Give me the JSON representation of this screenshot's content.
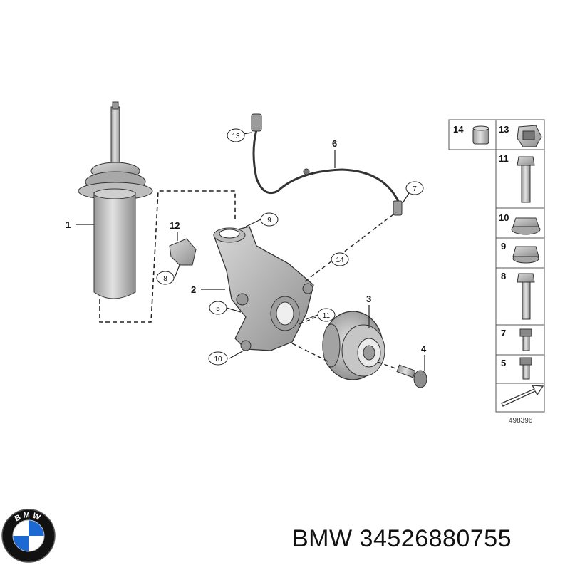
{
  "diagram": {
    "callouts": {
      "c1": "1",
      "c2": "2",
      "c3": "3",
      "c4": "4",
      "c5": "5",
      "c6": "6",
      "c7": "7",
      "c8": "8",
      "c9": "9",
      "c10": "10",
      "c11": "11",
      "c12": "12",
      "c13": "13",
      "c14": "14"
    },
    "legend": {
      "l14": "14",
      "l13": "13",
      "l11": "11",
      "l10": "10",
      "l9": "9",
      "l8": "8",
      "l7": "7",
      "l5": "5"
    },
    "diagram_id": "498396"
  },
  "footer": {
    "brand": "BMW",
    "part_number": "34526880755",
    "logo_letters": "BMW"
  },
  "colors": {
    "line": "#222222",
    "part_fill": "#c8c8c8",
    "part_dark": "#8a8a8a",
    "logo_blue": "#1c69d3",
    "logo_black": "#111111"
  }
}
